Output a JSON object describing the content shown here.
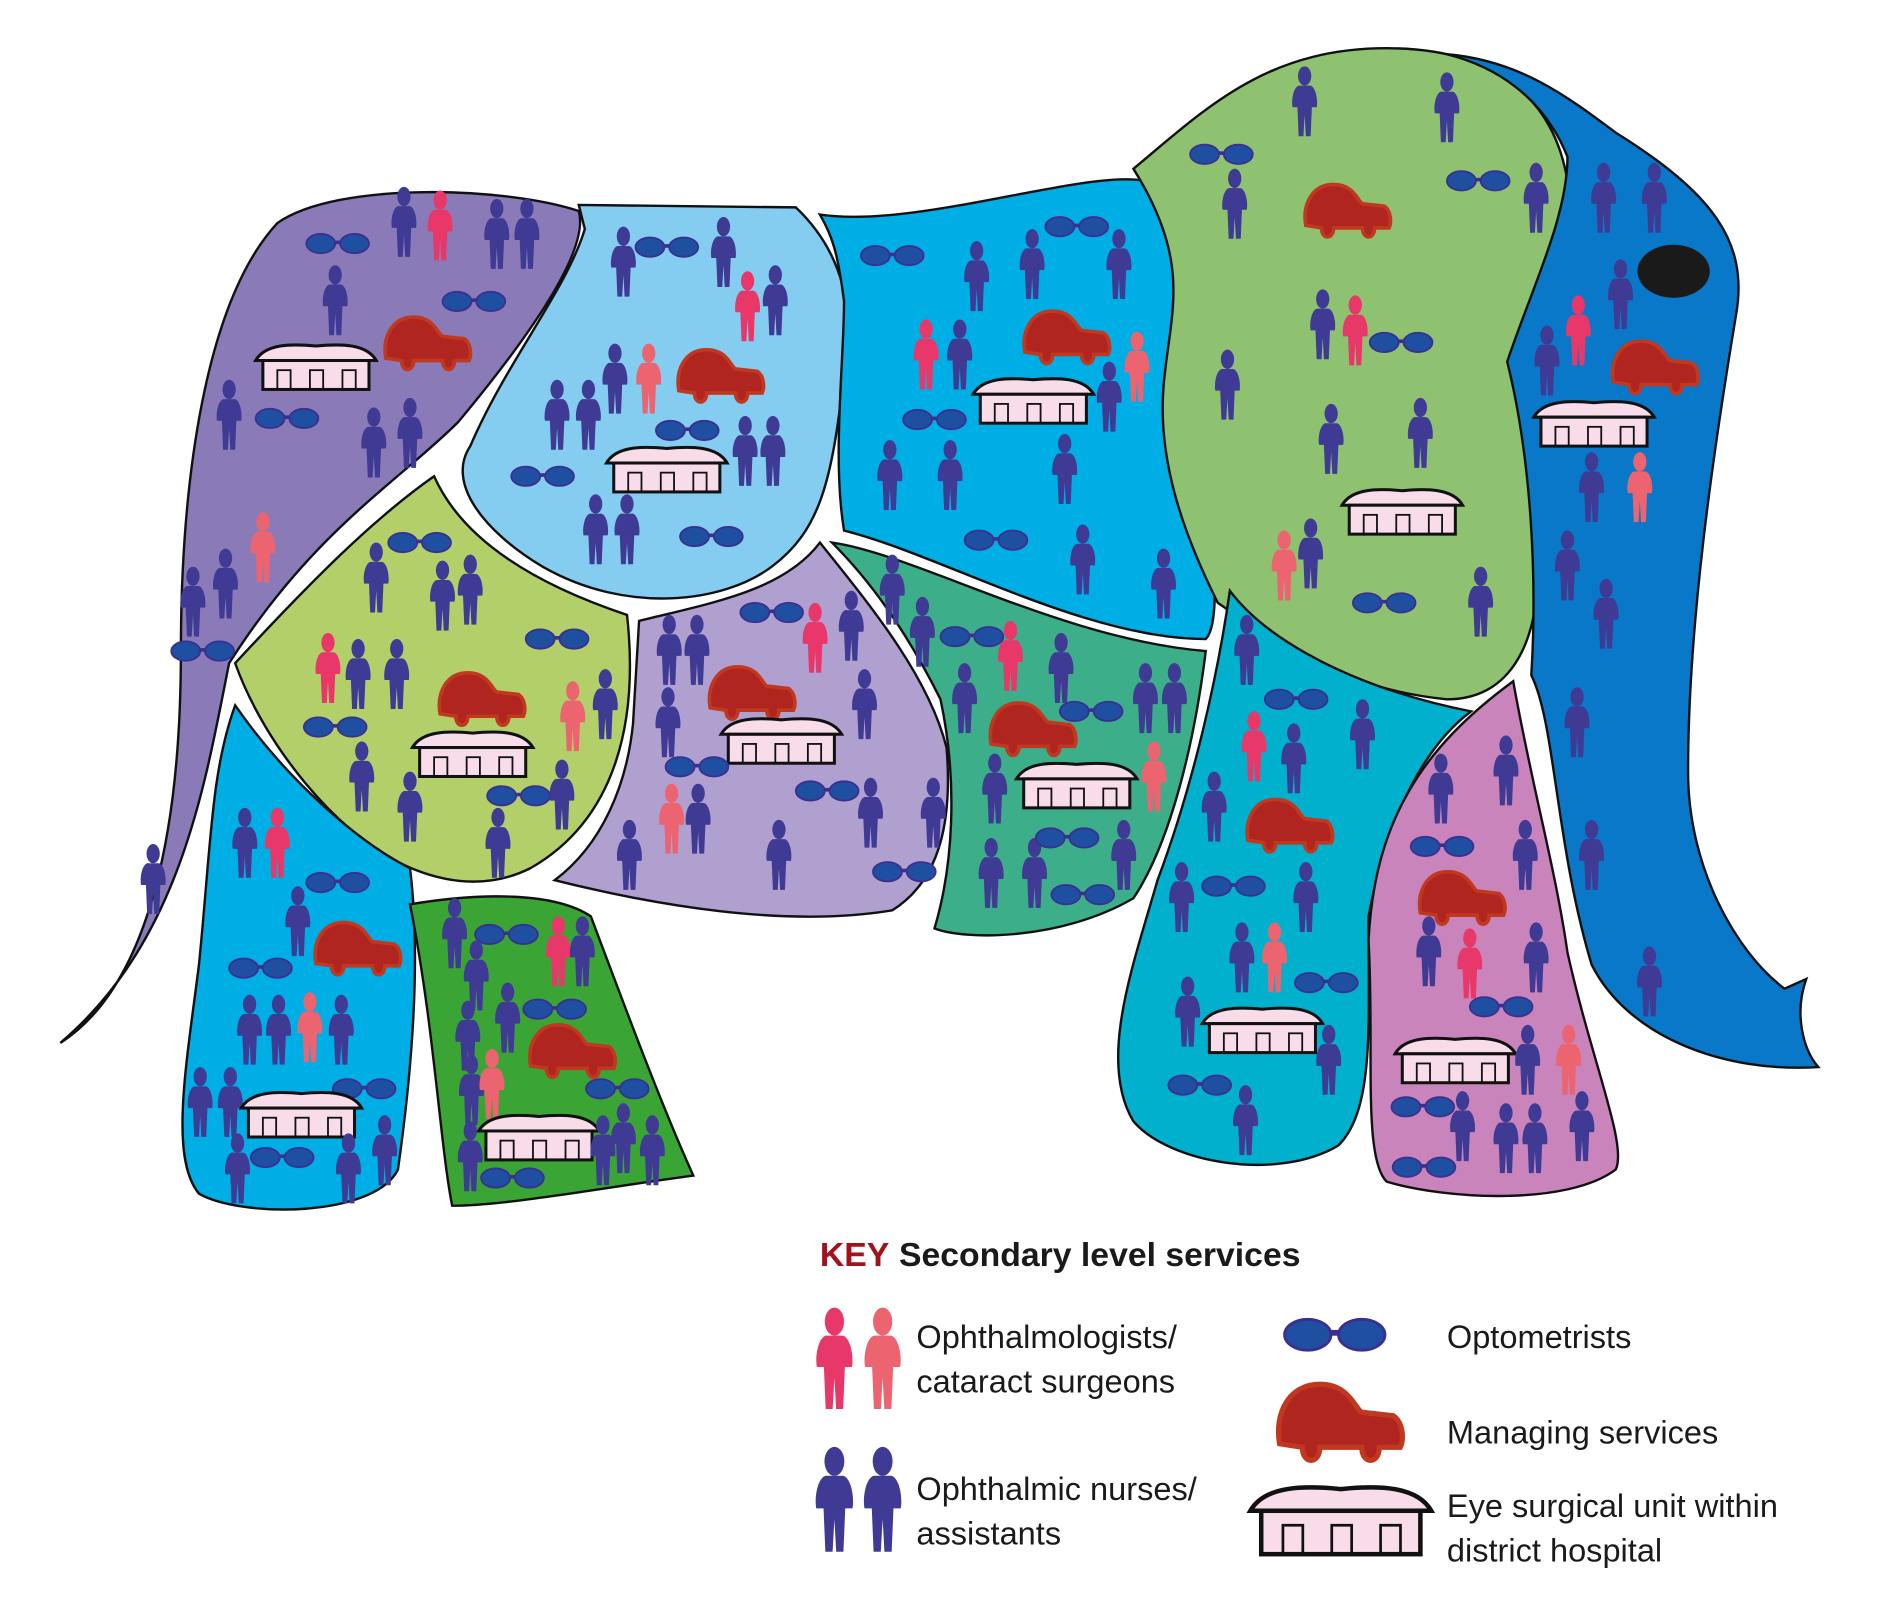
{
  "key": {
    "key_word": "KEY",
    "title": "Secondary level services",
    "items": [
      {
        "icon": "ophthalmologist-figure",
        "line1": "Ophthalmologists/",
        "line2": "cataract surgeons"
      },
      {
        "icon": "nurse-figure",
        "line1": "Ophthalmic nurses/",
        "line2": "assistants"
      },
      {
        "icon": "glasses",
        "line1": "Optometrists"
      },
      {
        "icon": "car",
        "line1": "Managing services"
      },
      {
        "icon": "hospital",
        "line1": "Eye surgical unit within",
        "line2": "district hospital"
      }
    ]
  },
  "colors": {
    "nurse": "#3f3a94",
    "ophthalmologist": "#e8386a",
    "ophthalmologist_alt": "#ec6470",
    "optometrist": "#1f4fa0",
    "car": "#b02520",
    "hospital": "#f8dcea",
    "key_accent": "#a3121a"
  }
}
